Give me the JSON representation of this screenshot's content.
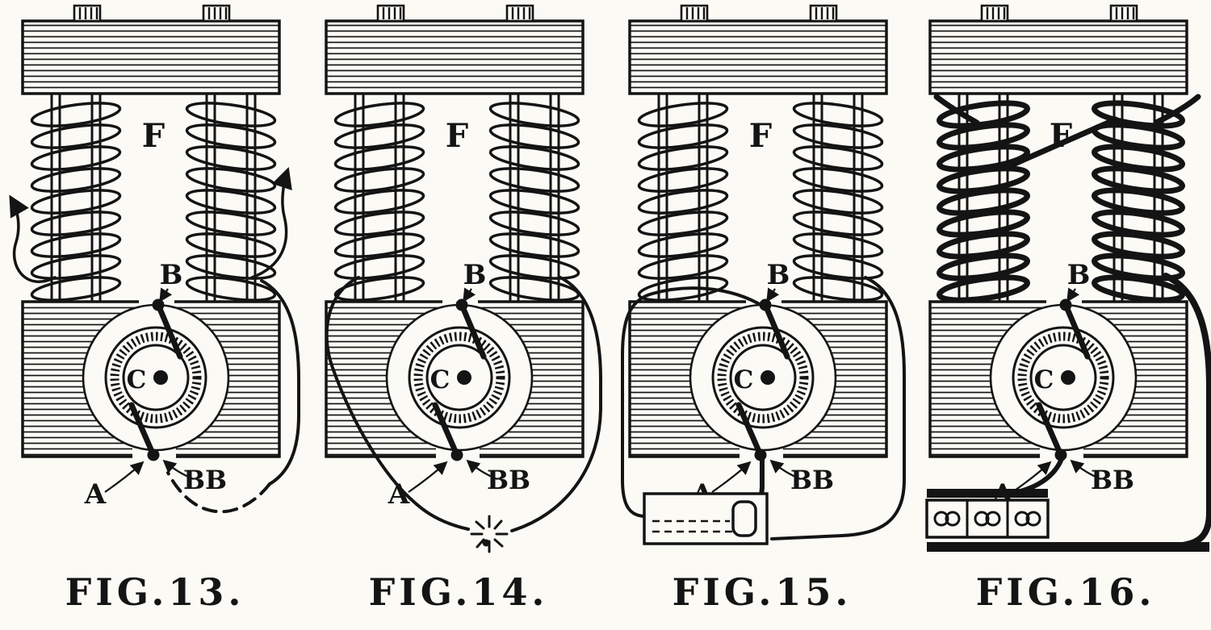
{
  "plate": {
    "paper_color": "#fbfaf5",
    "ink_color": "#141414"
  },
  "labels": {
    "field": "F",
    "brush_top": "B",
    "commutator": "C",
    "armature": "A",
    "brush_bottom": "BB"
  },
  "figures": [
    {
      "caption": "FIG.13."
    },
    {
      "caption": "FIG.14."
    },
    {
      "caption": "FIG.15."
    },
    {
      "caption": "FIG.16."
    }
  ]
}
